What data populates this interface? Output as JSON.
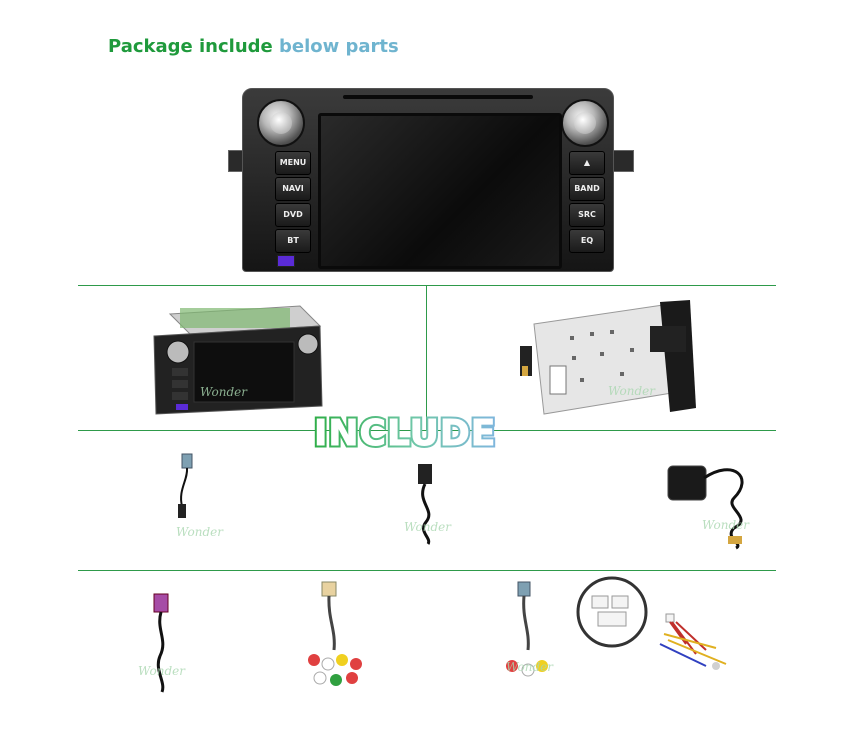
{
  "header": {
    "title_part1": "Package include",
    "title_part2": " below parts",
    "accent_green": "#1f9a3c",
    "accent_blue": "#6fb4cf"
  },
  "main_unit": {
    "left_buttons": [
      "MENU",
      "NAVI",
      "DVD",
      "BT"
    ],
    "right_buttons": [
      "▲",
      "BAND",
      "SRC",
      "EQ"
    ]
  },
  "stamp_text": "INCLUDE",
  "watermark": "Wonder",
  "items": [
    {
      "name": "side-view-unit",
      "icon": "car-stereo-side"
    },
    {
      "name": "mounting-frame",
      "icon": "metal-bracket"
    },
    {
      "name": "fakra-antenna-adapter",
      "icon": "cable-adapter"
    },
    {
      "name": "usb-cable",
      "icon": "black-cable"
    },
    {
      "name": "gps-antenna",
      "icon": "gps-puck"
    },
    {
      "name": "radio-adapter-cable",
      "icon": "purple-connector-cable"
    },
    {
      "name": "rca-harness",
      "icon": "rca-plugs"
    },
    {
      "name": "av-output-harness",
      "icon": "av-plugs"
    },
    {
      "name": "power-harness",
      "icon": "white-connectors"
    }
  ]
}
